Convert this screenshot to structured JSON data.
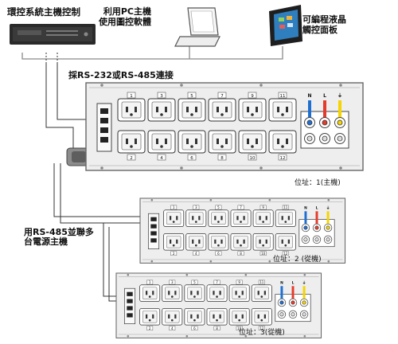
{
  "labels": {
    "controller": "環控系統主機控制",
    "pc_line1": "利用PC主機",
    "pc_line2": "使用圖控軟體",
    "panel_line1": "可編程液晶",
    "panel_line2": "觸控面板",
    "rs_connection": "採RS-232或RS-485連接",
    "rs485_line1": "用RS-485並聯多",
    "rs485_line2": "台電源主機"
  },
  "units": [
    {
      "address": "位址：1(主機)",
      "top_numbers": [
        "1",
        "3",
        "5",
        "7",
        "9",
        "11"
      ],
      "bottom_numbers": [
        "2",
        "4",
        "6",
        "8",
        "10",
        "12"
      ],
      "terminals": [
        "N",
        "L",
        "⏚"
      ]
    },
    {
      "address": "位址：2 (從機)",
      "top_numbers": [
        "1",
        "3",
        "5",
        "7",
        "9",
        "11"
      ],
      "bottom_numbers": [
        "2",
        "4",
        "6",
        "8",
        "10",
        "12"
      ],
      "terminals": [
        "N",
        "L",
        "⏚"
      ]
    },
    {
      "address": "位址：3(從機)",
      "top_numbers": [
        "1",
        "3",
        "5",
        "7",
        "9",
        "11"
      ],
      "bottom_numbers": [
        "2",
        "4",
        "6",
        "8",
        "10",
        "12"
      ],
      "terminals": [
        "N",
        "L",
        "⏚"
      ]
    }
  ],
  "colors": {
    "panel_fill": "#eeeeee",
    "panel_stroke": "#666666",
    "wire": "#333333",
    "wire_gray": "#8a8a8a",
    "terminal_yellow": "#f5d400",
    "terminal_blue": "#1f6fd1",
    "terminal_red": "#e53b2b",
    "device_dark": "#2a2a2a"
  }
}
